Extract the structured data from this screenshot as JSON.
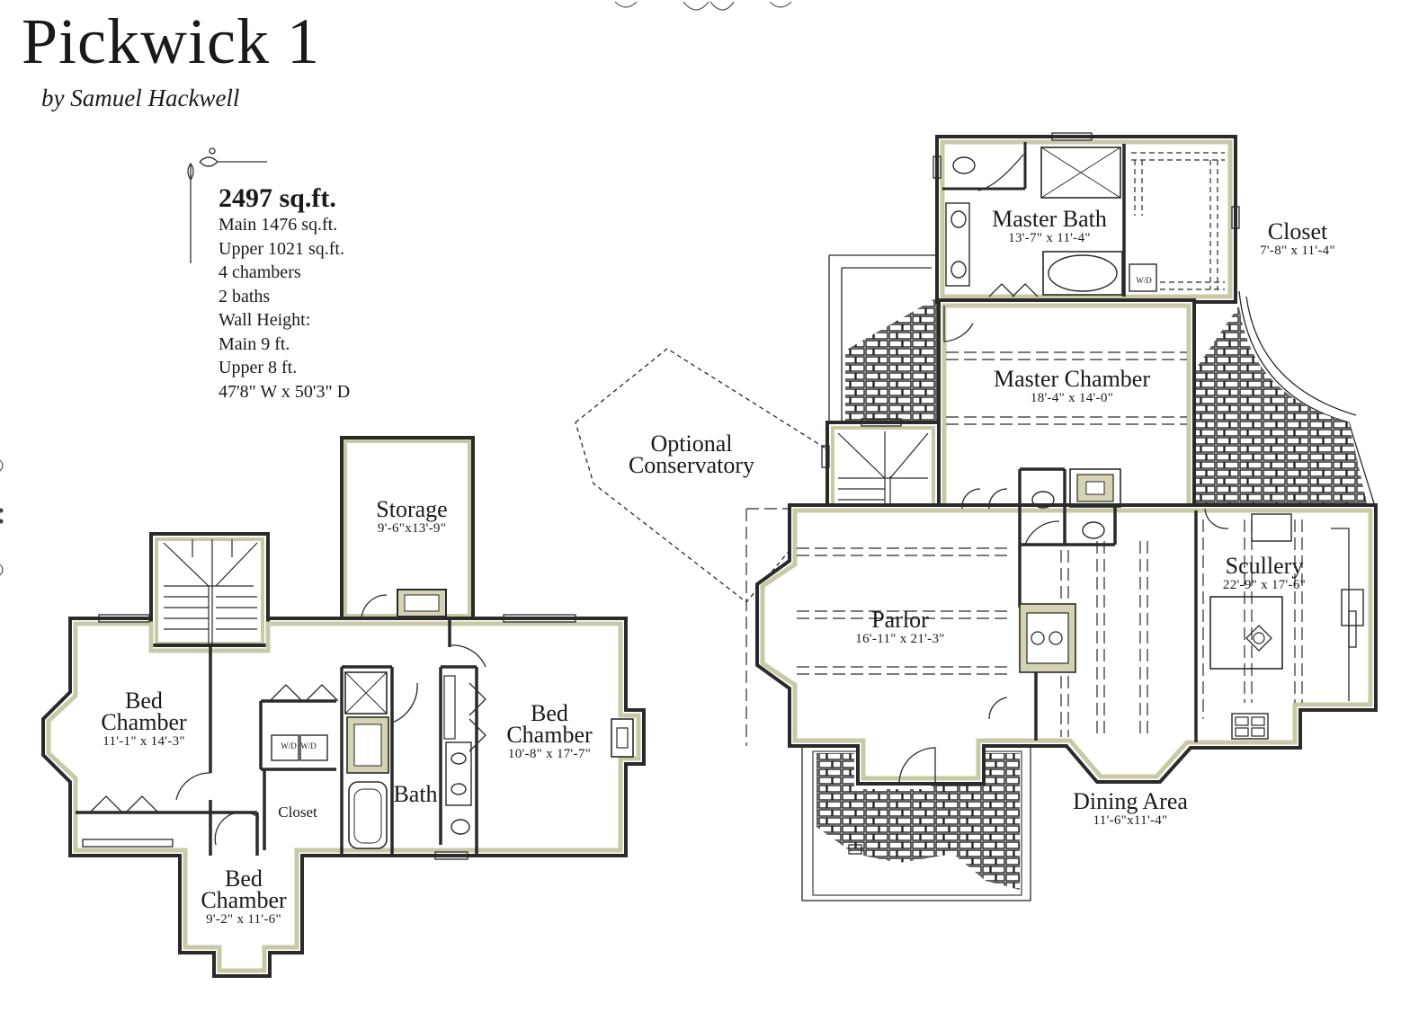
{
  "title": "Pickwick 1",
  "byline": "by Samuel Hackwell",
  "stats": {
    "total": "2497 sq.ft.",
    "lines": [
      "Main 1476 sq.ft.",
      "Upper 1021 sq.ft.",
      "4 chambers",
      "2 baths",
      "Wall Height:",
      "Main 9 ft.",
      "Upper 8 ft.",
      "47'8\" W x 50'3\" D"
    ]
  },
  "upper_floor": {
    "storage": {
      "name": "Storage",
      "dims": "9'-6\"x13'-9\""
    },
    "bed_left": {
      "name": "Bed Chamber",
      "dims": "11'-1\" x 14'-3\""
    },
    "bed_right": {
      "name": "Bed Chamber",
      "dims": "10'-8\" x 17'-7\""
    },
    "bed_bottom": {
      "name": "Bed Chamber",
      "dims": "9'-2\" x 11'-6\""
    },
    "bath": {
      "name": "Bath"
    },
    "closet": {
      "name": "Closet"
    },
    "wd": "W/D"
  },
  "main_floor": {
    "master_bath": {
      "name": "Master Bath",
      "dims": "13'-7\" x 11'-4\""
    },
    "closet": {
      "name": "Closet",
      "dims": "7'-8\" x 11'-4\""
    },
    "master_chamber": {
      "name": "Master Chamber",
      "dims": "18'-4\" x 14'-0\""
    },
    "conservatory": {
      "name": "Optional Conservatory"
    },
    "parlor": {
      "name": "Parlor",
      "dims": "16'-11\" x 21'-3\""
    },
    "scullery": {
      "name": "Scullery",
      "dims": "22'-9\" x 17'-6\""
    },
    "dining": {
      "name": "Dining Area",
      "dims": "11'-6\"x11'-4\""
    },
    "wd": "W/D"
  }
}
